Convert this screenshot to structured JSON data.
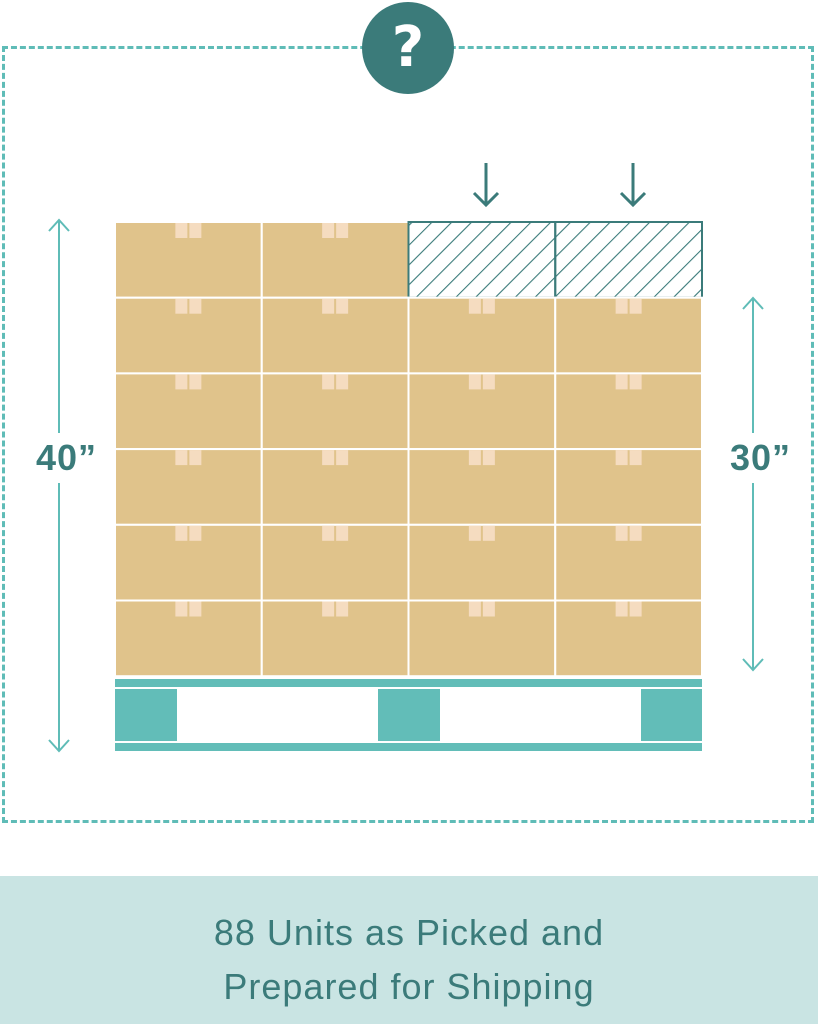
{
  "help_badge": {
    "label": "?",
    "icon": "question-mark-icon"
  },
  "dimensions": {
    "full_height": "40”",
    "box_stack_height": "30”"
  },
  "pallet": {
    "columns": 4,
    "box_rows": 6,
    "missing_top_boxes": 2
  },
  "caption": {
    "line1": "88 Units as Picked and",
    "line2": "Prepared for Shipping"
  },
  "colors": {
    "box": "#e0c38b",
    "tape": "#f5dcc0",
    "pallet": "#62bdb8",
    "dark_teal": "#3b7b7a",
    "frame": "#5fbcb7",
    "caption_bg": "#c9e4e3"
  }
}
